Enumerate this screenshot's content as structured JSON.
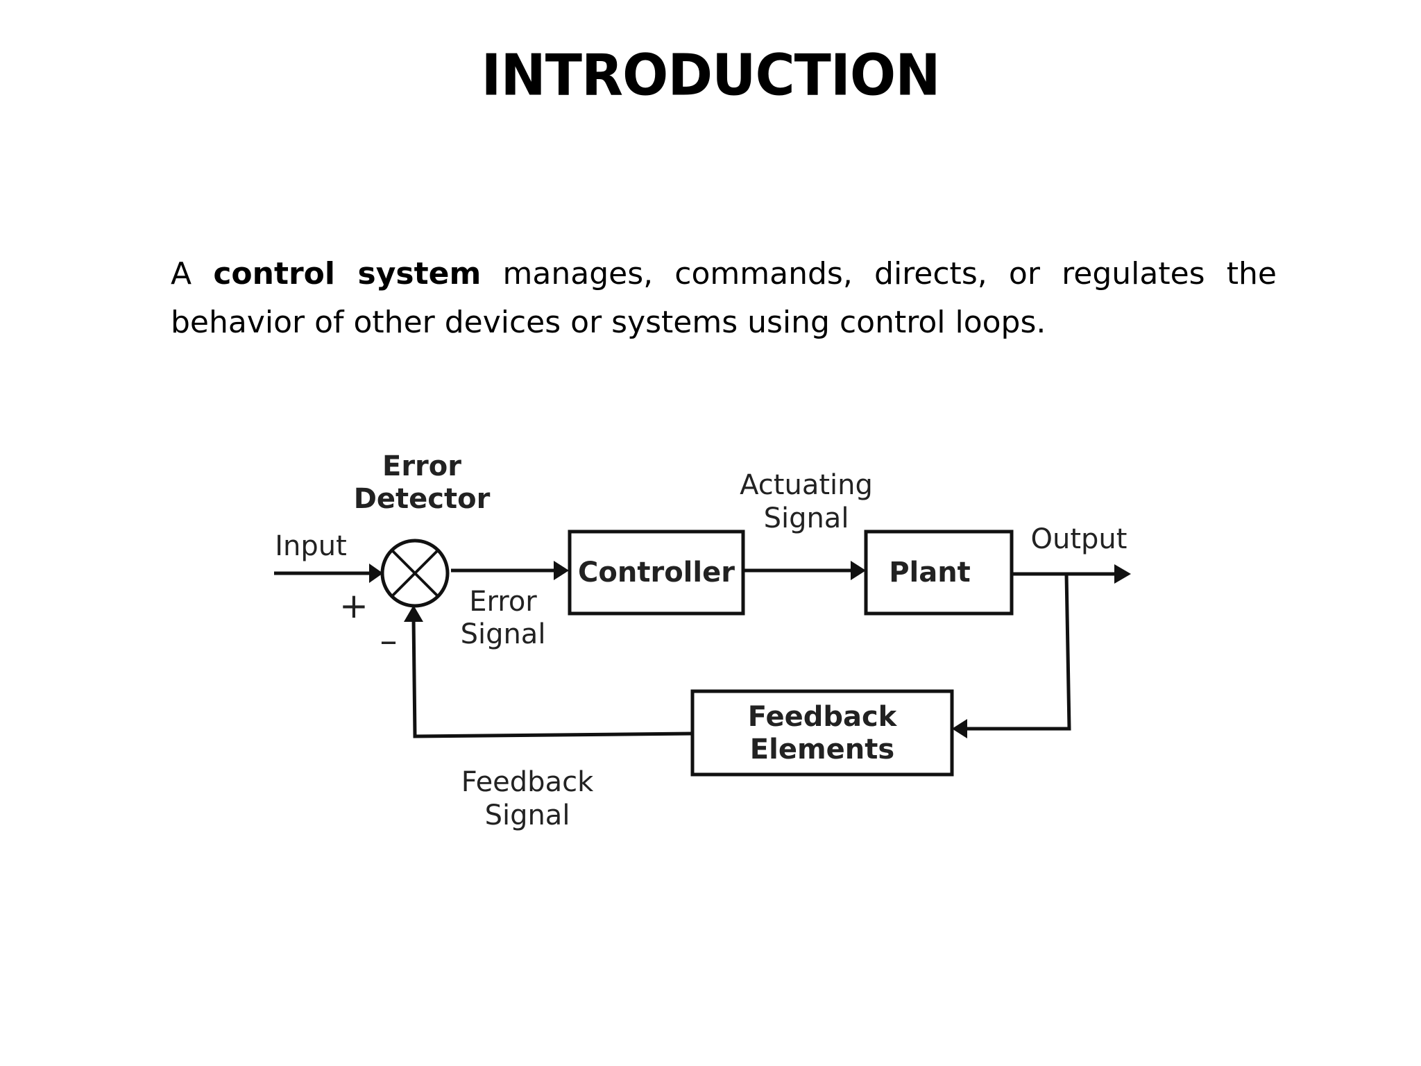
{
  "slide": {
    "title": "INTRODUCTION",
    "paragraph": {
      "lead": "A",
      "term": "control system",
      "rest": "manages, commands, directs, or regulates the behavior of other devices or systems using control loops."
    }
  },
  "diagram": {
    "error_detector_line1": "Error",
    "error_detector_line2": "Detector",
    "input_label": "Input",
    "plus_sign": "+",
    "minus_sign": "–",
    "error_signal_line1": "Error",
    "error_signal_line2": "Signal",
    "controller_label": "Controller",
    "actuating_signal_line1": "Actuating",
    "actuating_signal_line2": "Signal",
    "plant_label": "Plant",
    "output_label": "Output",
    "feedback_elements_line1": "Feedback",
    "feedback_elements_line2": "Elements",
    "feedback_signal_line1": "Feedback",
    "feedback_signal_line2": "Signal"
  }
}
